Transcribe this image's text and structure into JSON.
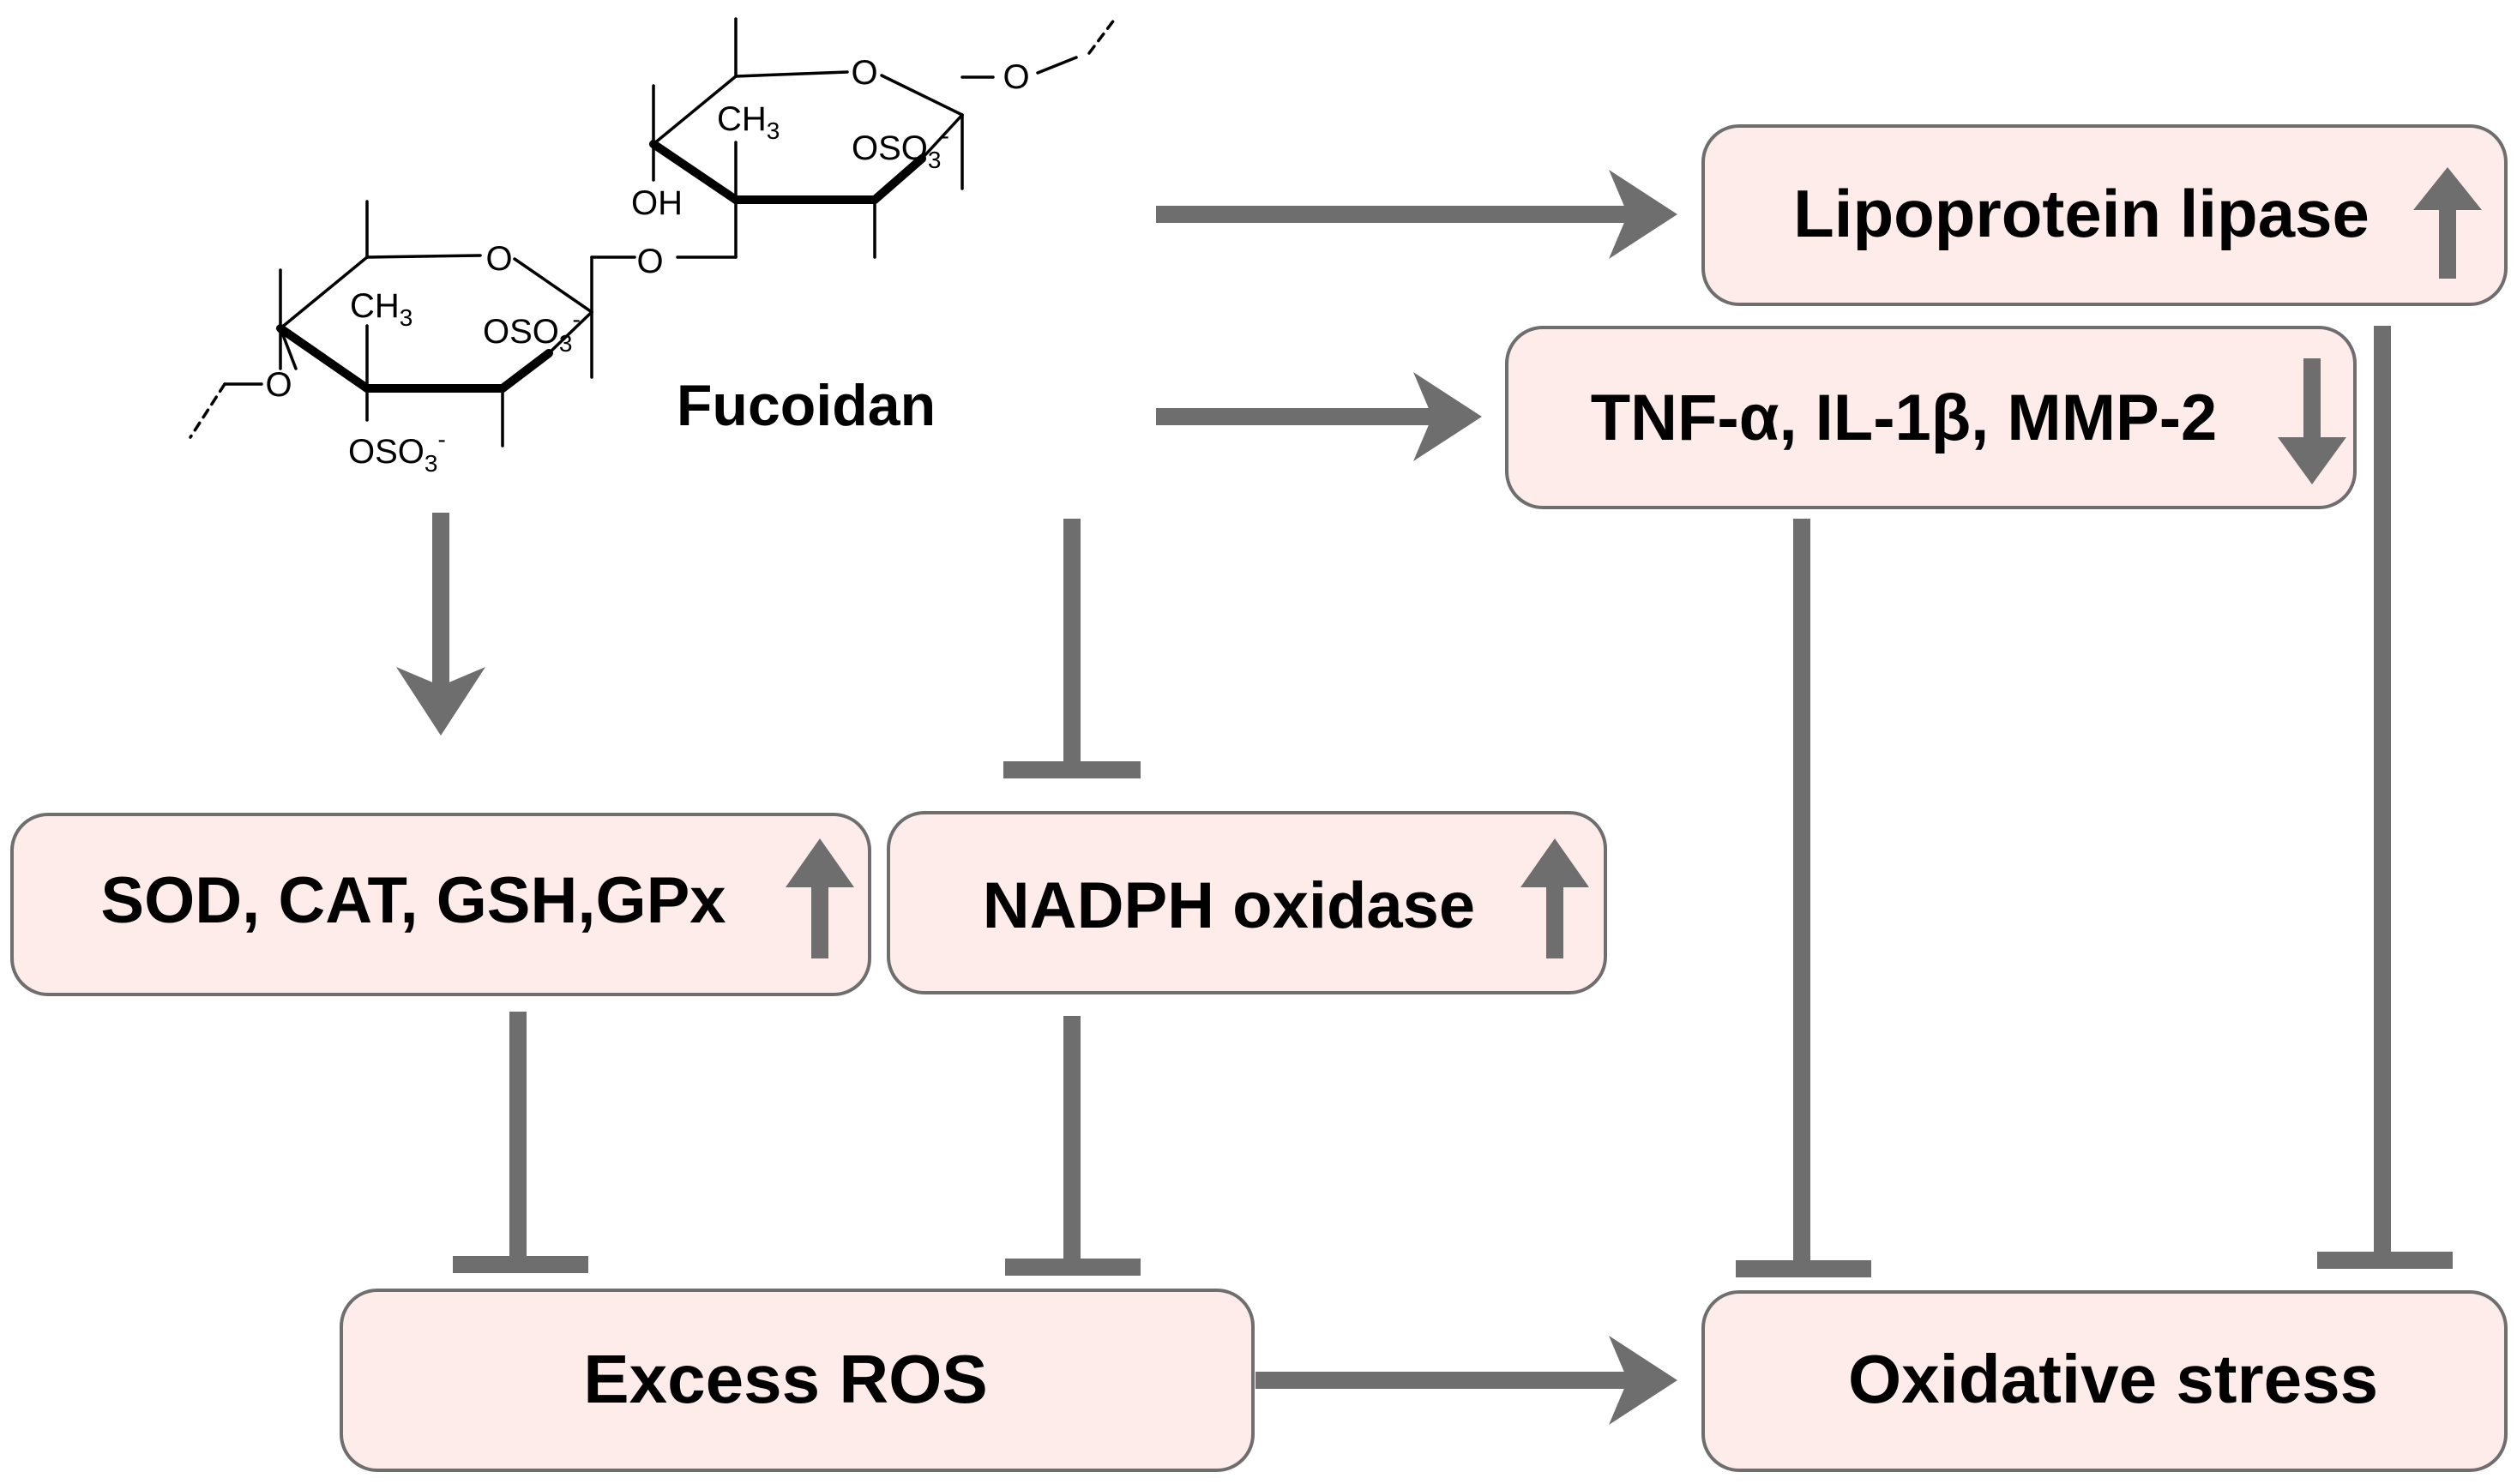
{
  "colors": {
    "box_fill": "#fdecea",
    "box_stroke": "#6e6e6e",
    "arrow": "#6e6e6e",
    "bond": "#000000",
    "background": "#ffffff"
  },
  "molecule": {
    "name": "Fucoidan",
    "upper_ring": {
      "ring_oxygen": "O",
      "methyl": "CH",
      "methyl_sub": "3",
      "hydroxyl": "OH",
      "sulfate": "OSO",
      "sulfate_sub": "3",
      "sulfate_charge": "-",
      "link_oxygen": "O"
    },
    "lower_ring": {
      "ring_oxygen": "O",
      "methyl": "CH",
      "methyl_sub": "3",
      "sulfate_top": "OSO",
      "sulfate_top_sub": "3",
      "sulfate_top_charge": "-",
      "sulfate_bottom": "OSO",
      "sulfate_bottom_sub": "3",
      "sulfate_bottom_charge": "-",
      "link_oxygen_left": "O",
      "link_oxygen_mid": "O"
    }
  },
  "boxes": {
    "lipoprotein": {
      "label": "Lipoprotein lipase",
      "trend": "up"
    },
    "cytokines": {
      "label": "TNF-α, IL-1β, MMP-2",
      "trend": "down"
    },
    "antioxidants": {
      "label": "SOD, CAT, GSH,GPx",
      "trend": "up"
    },
    "nadph": {
      "label": "NADPH oxidase",
      "trend": "up"
    },
    "ros": {
      "label": "Excess ROS"
    },
    "stress": {
      "label": "Oxidative stress"
    }
  },
  "edges": [
    {
      "from": "Fucoidan",
      "to": "Lipoprotein lipase",
      "type": "activation"
    },
    {
      "from": "Fucoidan",
      "to": "TNF-α, IL-1β, MMP-2",
      "type": "activation"
    },
    {
      "from": "Fucoidan",
      "to": "SOD, CAT, GSH,GPx",
      "type": "activation"
    },
    {
      "from": "Fucoidan",
      "to": "NADPH oxidase",
      "type": "inhibition"
    },
    {
      "from": "SOD, CAT, GSH,GPx",
      "to": "Excess ROS",
      "type": "inhibition"
    },
    {
      "from": "NADPH oxidase",
      "to": "Excess ROS",
      "type": "inhibition"
    },
    {
      "from": "TNF-α, IL-1β, MMP-2",
      "to": "Oxidative stress",
      "type": "inhibition"
    },
    {
      "from": "Lipoprotein lipase",
      "to": "Oxidative stress",
      "type": "inhibition"
    },
    {
      "from": "Excess ROS",
      "to": "Oxidative stress",
      "type": "activation"
    }
  ]
}
